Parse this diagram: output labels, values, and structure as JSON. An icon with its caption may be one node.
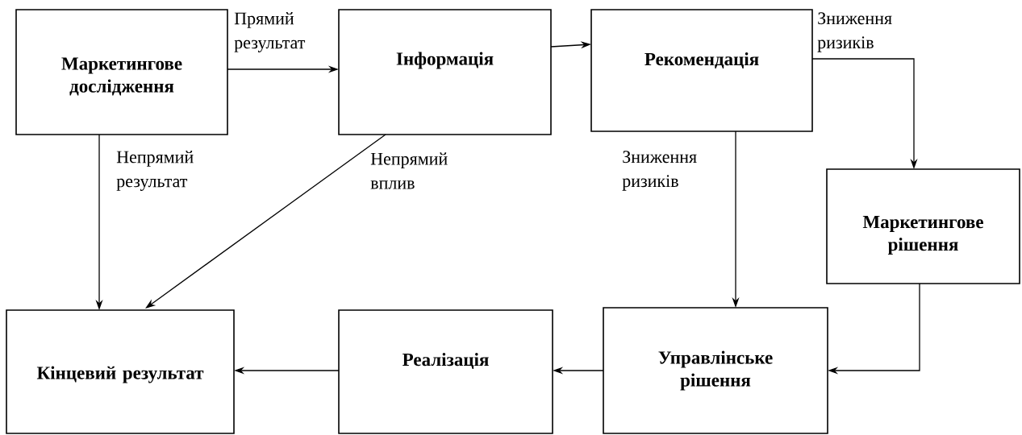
{
  "diagram": {
    "nodes": [
      {
        "text": [
          "Маркетингове дослідження"
        ]
      },
      {
        "text": [
          "Інформація"
        ]
      },
      {
        "text": [
          "Рекомендація"
        ]
      },
      {
        "text": [
          "Маркетингове рішення"
        ]
      },
      {
        "text": [
          "Кінцевий результат"
        ]
      },
      {
        "text": [
          "Реалізація"
        ]
      },
      {
        "text": [
          "Управлінське рішення"
        ]
      }
    ],
    "edges": [
      {
        "from": 0,
        "to": 1,
        "arrow": "to",
        "label": "Прямий результат"
      },
      {
        "from": 1,
        "to": 2,
        "arrow": "to"
      },
      {
        "from": 2,
        "to": 3,
        "arrow": "to",
        "label": "Зниження ризиків"
      },
      {
        "from": 0,
        "to": 4,
        "arrow": "to",
        "label": "Непрямий результат"
      },
      {
        "from": 1,
        "to": 4,
        "arrow": "to",
        "label": "Непрямий вплив"
      },
      {
        "from": 2,
        "to": 6,
        "arrow": "to",
        "label": "Зниження ризиків"
      },
      {
        "from": 3,
        "to": 6,
        "arrow": "to"
      },
      {
        "from": 6,
        "to": 5,
        "arrow": "to"
      },
      {
        "from": 5,
        "to": 4,
        "arrow": "to"
      }
    ]
  }
}
